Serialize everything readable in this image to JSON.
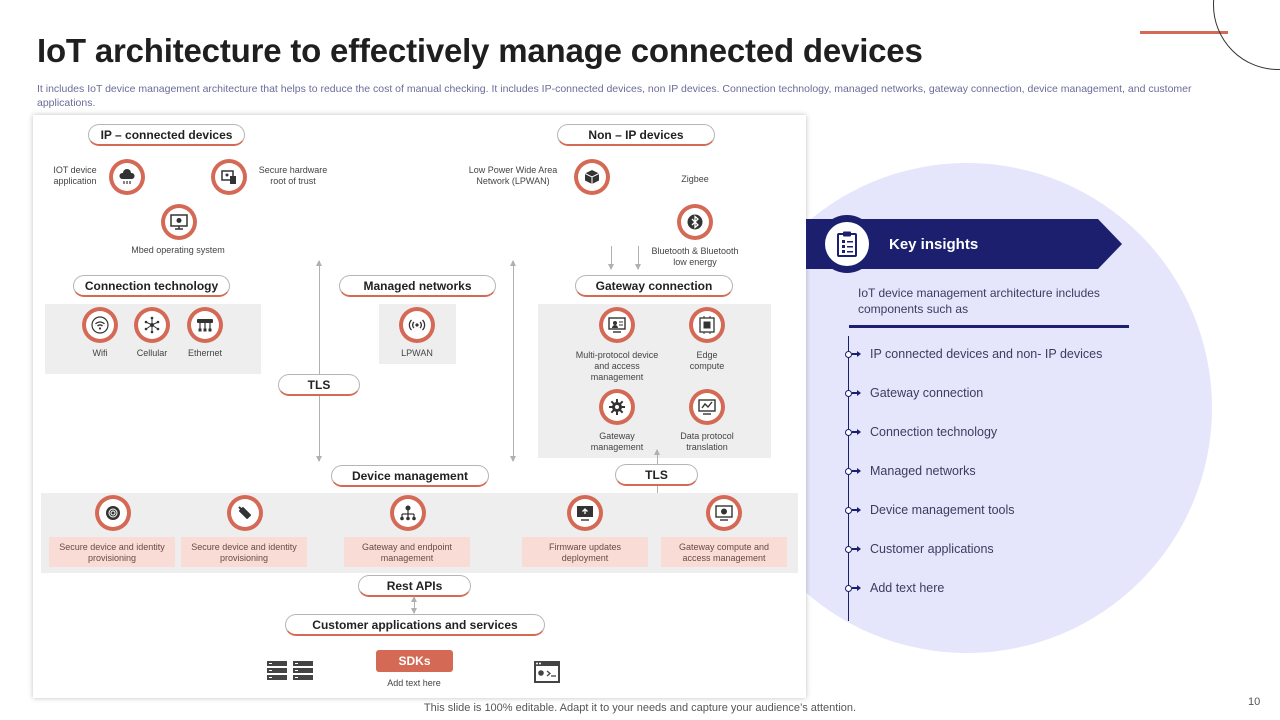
{
  "slide": {
    "title": "IoT architecture to effectively manage connected devices",
    "subtitle": "It includes IoT device management architecture that helps to reduce the cost of manual checking. It includes IP-connected devices, non IP devices. Connection technology, managed networks, gateway connection, device management, and customer applications.",
    "footer": "This slide is 100% editable. Adapt it to your needs and capture your audience’s attention.",
    "page_number": "10"
  },
  "diagram": {
    "ip_connected": {
      "heading": "IP – connected devices",
      "iot_app": "IOT device application",
      "secure_hw": "Secure hardware root of trust",
      "mbed_os": "Mbed operating system"
    },
    "non_ip": {
      "heading": "Non – IP devices",
      "lpwan": "Low Power Wide Area Network (LPWAN)",
      "zigbee": "Zigbee",
      "bluetooth": "Bluetooth & Bluetooth low energy"
    },
    "connection_tech": {
      "heading": "Connection technology",
      "wifi": "Wifi",
      "cellular": "Cellular",
      "ethernet": "Ethernet"
    },
    "managed_networks": {
      "heading": "Managed networks",
      "lpwan": "LPWAN"
    },
    "gateway": {
      "heading": "Gateway connection",
      "multi_protocol": "Multi-protocol device and access management",
      "edge": "Edge compute",
      "gw_mgmt": "Gateway management",
      "data_protocol": "Data protocol translation"
    },
    "tls_left": "TLS",
    "tls_right": "TLS",
    "device_mgmt": {
      "heading": "Device management",
      "items": [
        "Secure device and identity provisioning",
        "Secure device and identity provisioning",
        "Gateway and endpoint management",
        "Firmware updates deployment",
        "Gateway compute and access management"
      ]
    },
    "rest_apis": "Rest APIs",
    "customer_apps": "Customer applications and services",
    "sdks": "SDKs",
    "add_text": "Add text here"
  },
  "insights": {
    "title": "Key insights",
    "intro": "IoT device management architecture includes components such as",
    "items": [
      "IP connected devices and non- IP devices",
      "Gateway connection",
      "Connection technology",
      "Managed networks",
      "Device management tools",
      "Customer applications",
      "Add text here"
    ]
  },
  "colors": {
    "accent": "#d46a55",
    "navy": "#1b1f6e",
    "lavender": "#e5e6fb",
    "pink": "#f9dcd6"
  }
}
